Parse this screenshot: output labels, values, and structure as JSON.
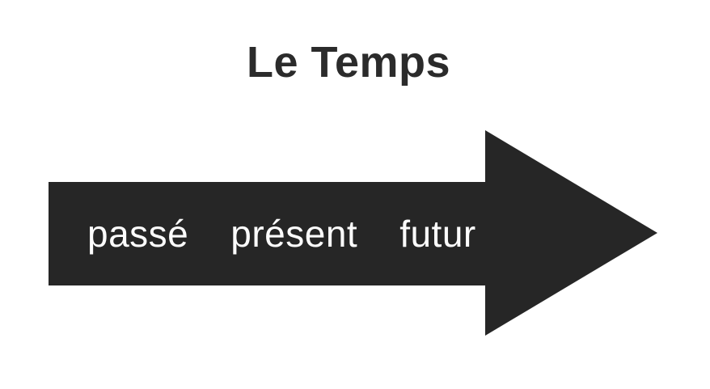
{
  "diagram": {
    "title": "Le Temps",
    "labels": [
      "passé",
      "présent",
      "futur"
    ],
    "arrow_direction": "right",
    "colors": {
      "background": "#ffffff",
      "arrow_fill": "#262626",
      "title_text": "#2b2b2b",
      "label_text": "#fcfcfc"
    }
  }
}
